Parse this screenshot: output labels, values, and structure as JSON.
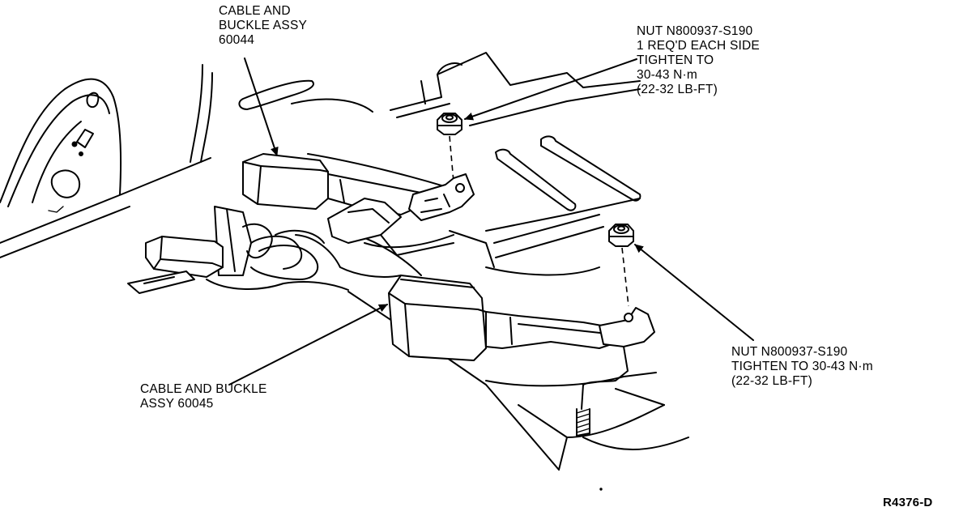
{
  "callouts": {
    "cable_buckle_left": [
      "CABLE AND",
      "BUCKLE ASSY",
      "60044"
    ],
    "nut_upper": [
      "NUT N800937-S190",
      "1 REQ'D EACH SIDE",
      "TIGHTEN TO",
      "30-43 N·m",
      "(22-32 LB-FT)"
    ],
    "cable_buckle_right": [
      "CABLE AND BUCKLE",
      "ASSY 60045"
    ],
    "nut_lower": [
      "NUT N800937-S190",
      "TIGHTEN TO 30-43 N·m",
      "(22-32 LB-FT)"
    ]
  },
  "figure_id": "R4376-D"
}
